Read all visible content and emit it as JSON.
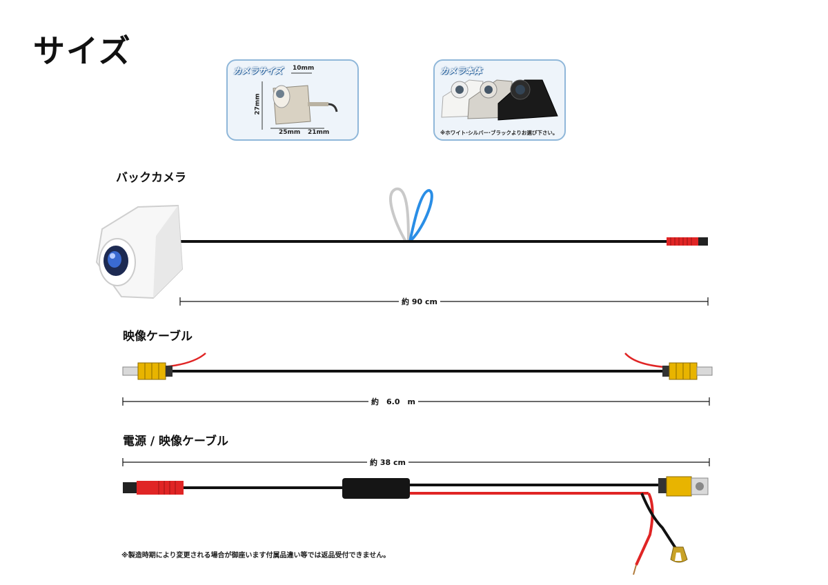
{
  "page": {
    "title": "サイズ"
  },
  "camera_size_card": {
    "title": "カメラサイズ",
    "dim_top": "10mm",
    "dim_left": "27mm",
    "dim_bottom_left": "25mm",
    "dim_bottom_right": "21mm"
  },
  "camera_body_card": {
    "title": "カメラ本体",
    "caption": "※ホワイト·シルバー·ブラックよりお選び下さい。"
  },
  "sections": {
    "back_camera": {
      "label": "バックカメラ",
      "length": "約 90 cm"
    },
    "video_cable": {
      "label": "映像ケーブル",
      "length": "約　6.0　m"
    },
    "power_video_cable": {
      "label": "電源 / 映像ケーブル",
      "length": "約 38 cm"
    }
  },
  "footnote": "※製造時期により変更される場合が御座います付属品違い等では返品受付できません。",
  "colors": {
    "card_border": "#8fb7d9",
    "rca_yellow": "#e8b400",
    "connector_red": "#e02525",
    "wire_blue": "#2a8ee6",
    "cable_black": "#111111"
  }
}
